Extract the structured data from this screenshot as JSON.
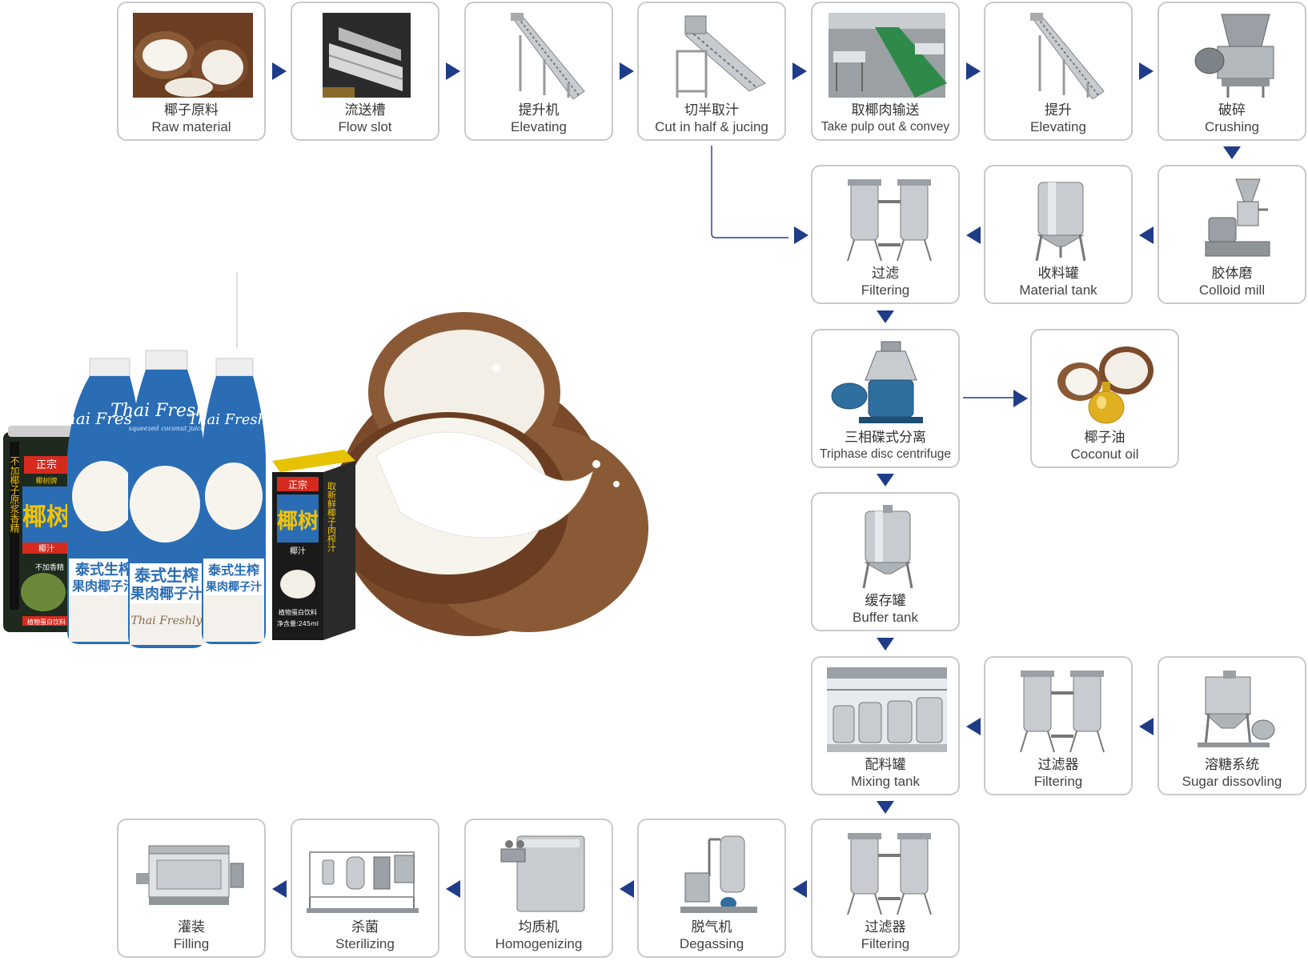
{
  "colors": {
    "arrow": "#1f3c88",
    "border": "#c9c9c9",
    "steel": "#c8ccd0",
    "blue_machine": "#2f6f9f",
    "coconut_shell": "#8a5a36",
    "coconut_meat": "#f7f4ee",
    "conveyor_green": "#2f8a4a",
    "oil": "#e0b020",
    "label_blue": "#2a6db5",
    "can_yellow": "#f2c400",
    "can_red": "#d62a1e"
  },
  "steps": {
    "raw_material": {
      "zh": "椰子原料",
      "en": "Raw material",
      "icon": "coconut-halves-icon"
    },
    "flow_slot": {
      "zh": "流送槽",
      "en": "Flow slot",
      "icon": "flow-slot-icon"
    },
    "elevating_1": {
      "zh": "提升机",
      "en": "Elevating",
      "icon": "elevator-conveyor-icon"
    },
    "cut_half": {
      "zh": "切半取汁",
      "en": "Cut in half & jucing",
      "icon": "cutting-machine-icon"
    },
    "take_pulp": {
      "zh": "取椰肉输送",
      "en": "Take pulp out & convey",
      "icon": "belt-conveyor-icon"
    },
    "elevating_2": {
      "zh": "提升",
      "en": "Elevating",
      "icon": "elevator-conveyor-icon"
    },
    "crushing": {
      "zh": "破碎",
      "en": "Crushing",
      "icon": "crusher-icon"
    },
    "filtering_1": {
      "zh": "过滤",
      "en": "Filtering",
      "icon": "twin-filter-icon"
    },
    "material_tank": {
      "zh": "收料罐",
      "en": "Material tank",
      "icon": "tank-icon"
    },
    "colloid_mill": {
      "zh": "胶体磨",
      "en": "Colloid mill",
      "icon": "colloid-mill-icon"
    },
    "centrifuge": {
      "zh": "三相碟式分离",
      "en": "Triphase disc centrifuge",
      "icon": "centrifuge-icon"
    },
    "coconut_oil": {
      "zh": "椰子油",
      "en": "Coconut oil",
      "icon": "coconut-oil-icon"
    },
    "buffer_tank": {
      "zh": "缓存罐",
      "en": "Buffer tank",
      "icon": "tank-icon"
    },
    "mixing_tank": {
      "zh": "配料罐",
      "en": "Mixing tank",
      "icon": "mixing-tanks-icon"
    },
    "filtering_2": {
      "zh": "过滤器",
      "en": "Filtering",
      "icon": "twin-filter-icon"
    },
    "sugar": {
      "zh": "溶糖系统",
      "en": "Sugar dissovling",
      "icon": "sugar-system-icon"
    },
    "filtering_3": {
      "zh": "过滤器",
      "en": "Filtering",
      "icon": "twin-filter-icon"
    },
    "degassing": {
      "zh": "脱气机",
      "en": "Degassing",
      "icon": "degasser-icon"
    },
    "homogenizing": {
      "zh": "均质机",
      "en": "Homogenizing",
      "icon": "homogenizer-icon"
    },
    "sterilizing": {
      "zh": "杀菌",
      "en": "Sterilizing",
      "icon": "sterilizer-icon"
    },
    "filling": {
      "zh": "灌装",
      "en": "Filling",
      "icon": "filling-machine-icon"
    }
  },
  "hero": {
    "can_vertical_text": "不加椰子原浆香精",
    "can_brand": "正宗",
    "can_sub": "椰树牌",
    "can_logo": "椰树",
    "can_juice": "椰汁",
    "can_badge": "不加香精",
    "can_footer": "植物蛋白饮料",
    "bottle_script": "Thai Freshly",
    "bottle_sub": "squeezed coconut juice",
    "bottle_cn_line1": "泰式生榨",
    "bottle_cn_line2": "果肉椰子汁",
    "box_brand": "正宗",
    "box_logo": "椰树",
    "box_juice": "椰汁",
    "box_side_text": "取新鲜椰子肉榨汁",
    "box_footer": "植物蛋白饮料",
    "box_volume": "净含量:245ml"
  }
}
